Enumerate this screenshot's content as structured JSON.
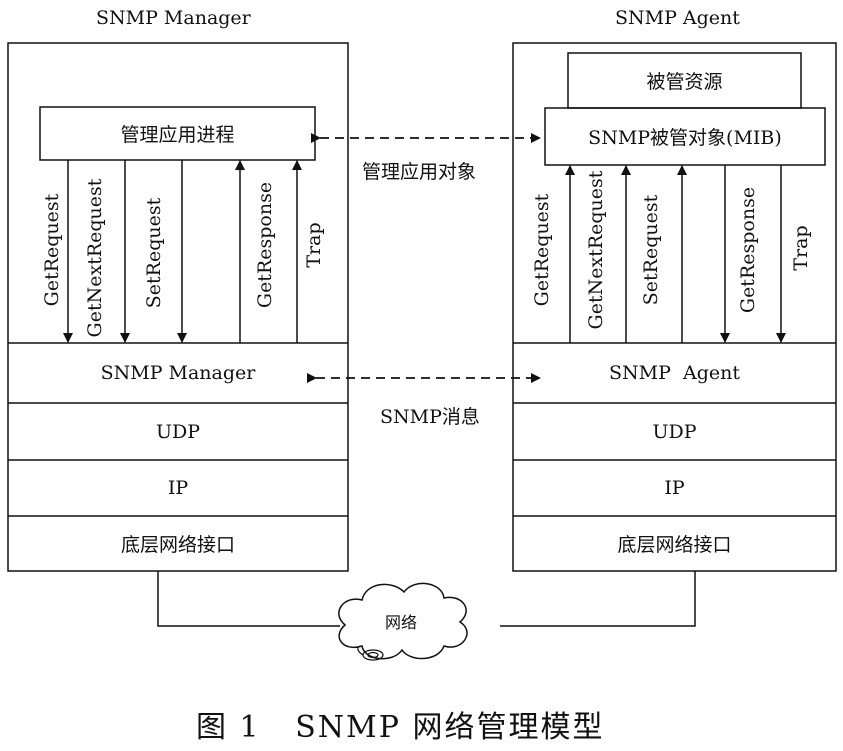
{
  "manager": {
    "header": "SNMP Manager",
    "app_process": "管理应用进程",
    "requests": [
      "GetRequest",
      "GetNextRequest",
      "SetRequest"
    ],
    "responses": [
      "GetResponse",
      "Trap"
    ],
    "layers": [
      "SNMP Manager",
      "UDP",
      "IP",
      "底层网络接口"
    ]
  },
  "agent": {
    "header": "SNMP Agent",
    "managed_resource": "被管资源",
    "mib": "SNMP被管对象(MIB)",
    "requests": [
      "GetRequest",
      "GetNextRequest",
      "SetRequest"
    ],
    "responses": [
      "GetResponse",
      "Trap"
    ],
    "layers": [
      "SNMP  Agent",
      "UDP",
      "IP",
      "底层网络接口"
    ]
  },
  "links": {
    "app_object_label": "管理应用对象",
    "snmp_message_label": "SNMP消息",
    "network_label": "网络"
  },
  "caption": "图 1   SNMP 网络管理模型"
}
